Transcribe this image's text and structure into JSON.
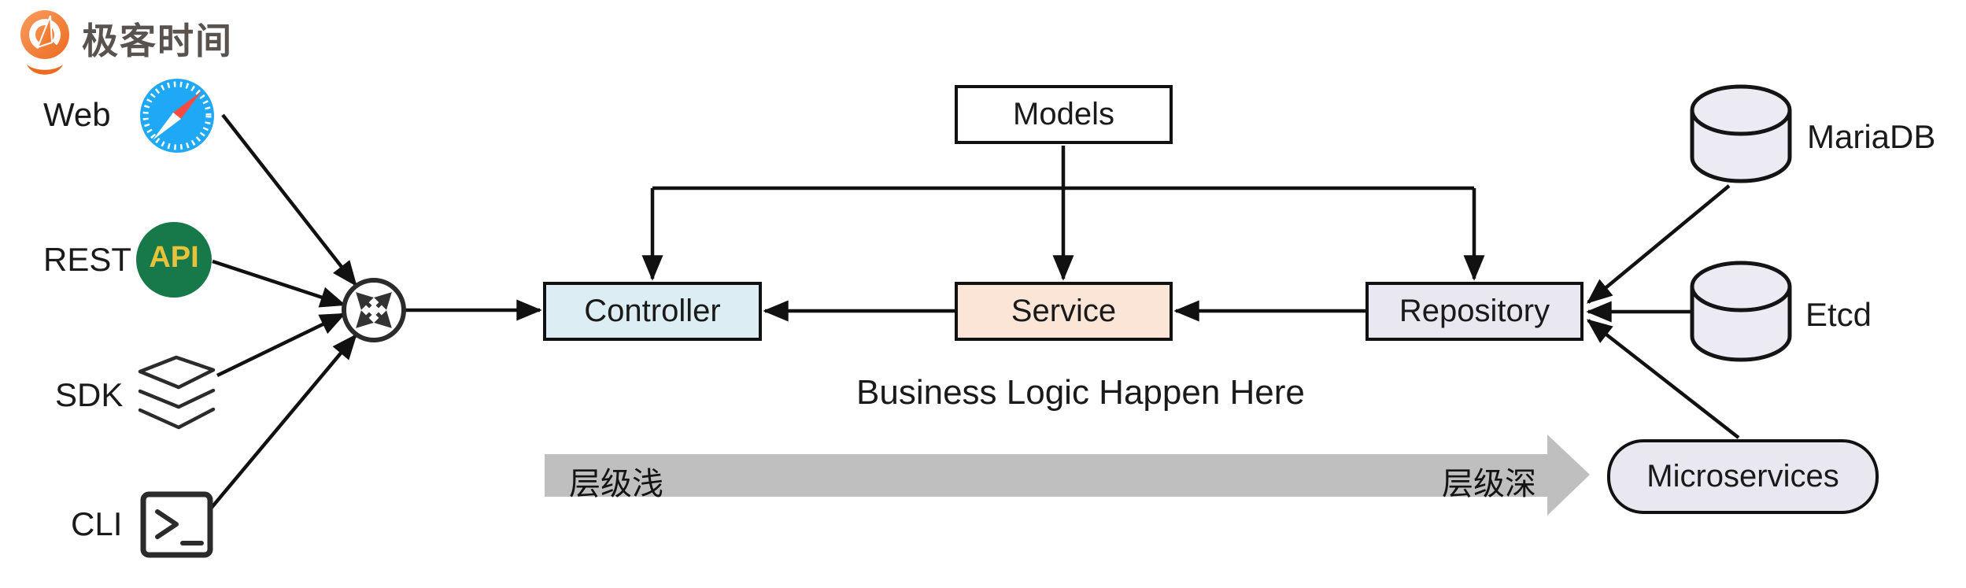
{
  "brand": {
    "name": "极客时间",
    "logo_icon": "geektime-pin-logo",
    "orange": "#ed6b21"
  },
  "clients": {
    "web": {
      "label": "Web",
      "icon": "safari-compass-icon"
    },
    "rest": {
      "label": "REST",
      "badge": "API",
      "icon": "api-badge-icon"
    },
    "sdk": {
      "label": "SDK",
      "icon": "layers-stack-icon"
    },
    "cli": {
      "label": "CLI",
      "icon": "terminal-prompt-icon"
    }
  },
  "gateway": {
    "icon": "router-crossed-arrows-icon"
  },
  "boxes": {
    "models": "Models",
    "controller": "Controller",
    "service": "Service",
    "repository": "Repository",
    "microservices": "Microservices"
  },
  "datastores": {
    "mariadb": "MariaDB",
    "etcd": "Etcd",
    "icon": "database-cylinder-icon"
  },
  "annotations": {
    "business_logic": "Business Logic Happen Here",
    "depth_left": "层级浅",
    "depth_right": "层级深"
  },
  "colors": {
    "controller_fill": "#dcedf4",
    "service_fill": "#fbe5d6",
    "repository_fill": "#e9e7f0",
    "cylinder_fill": "#eceaf2",
    "depth_arrow_gray": "#bfbfbf",
    "api_badge_green": "#17784a",
    "api_badge_yellow": "#e9c23b",
    "safari_blue": "#1fa8f5",
    "line_black": "#111111"
  }
}
